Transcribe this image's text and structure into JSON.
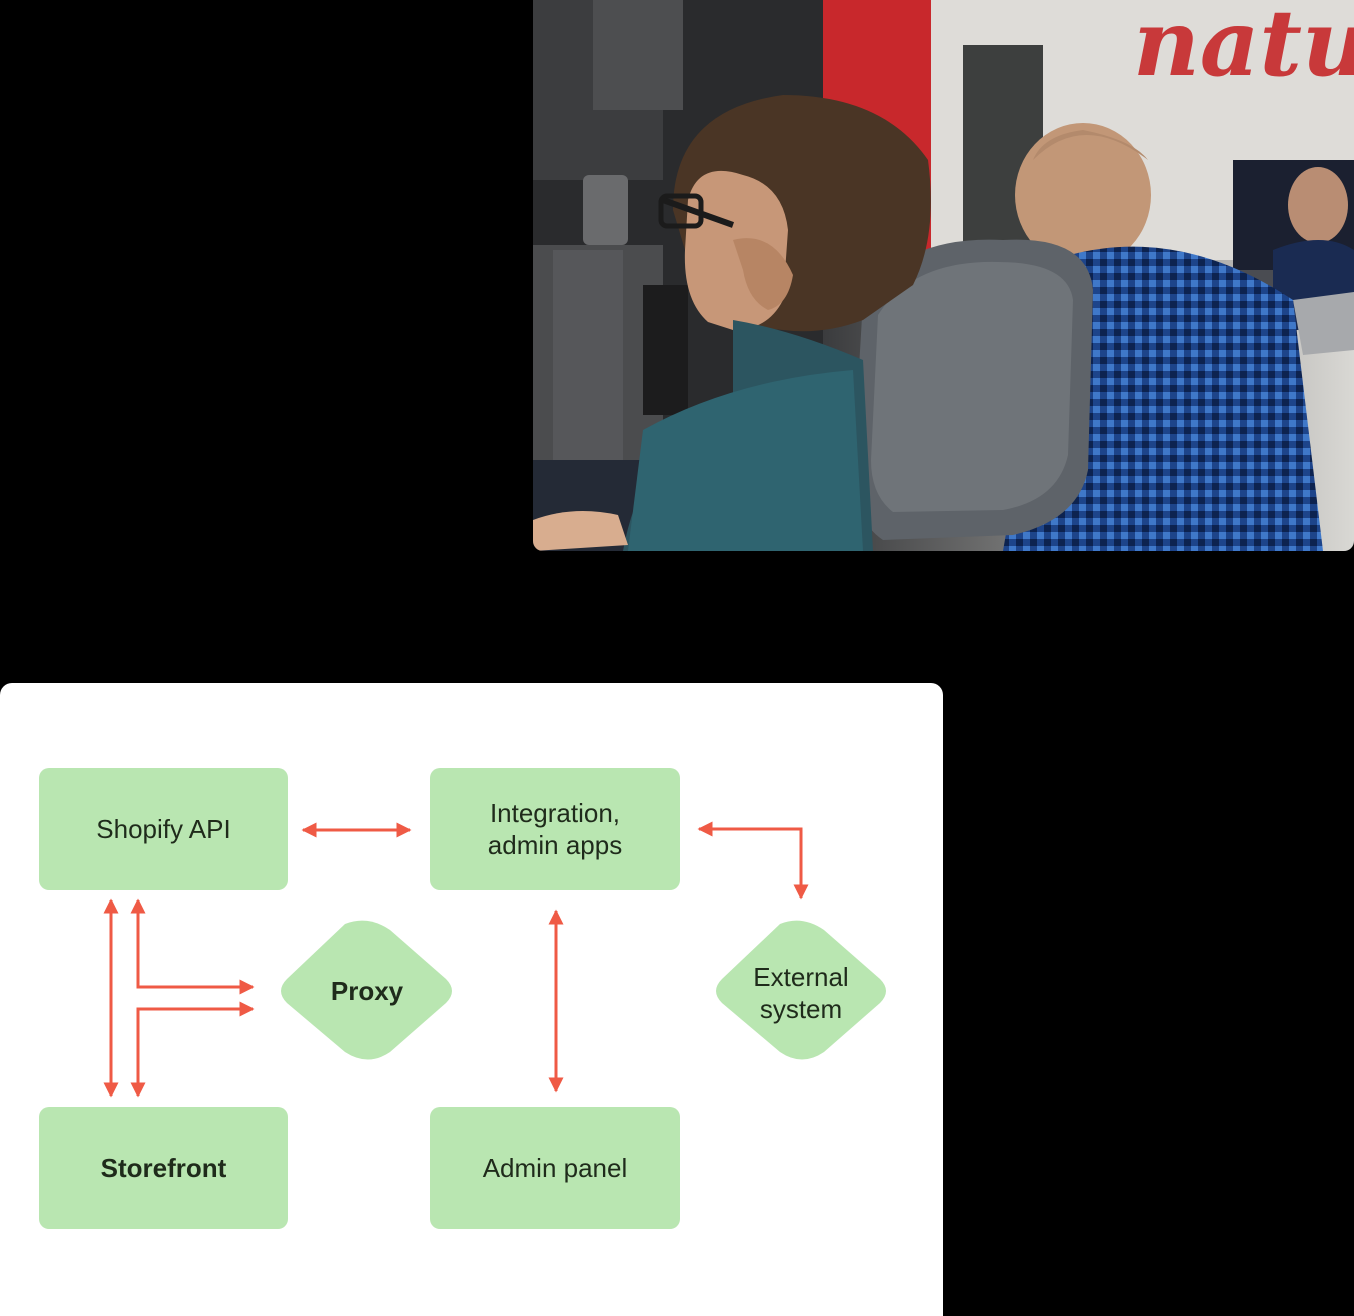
{
  "photo": {
    "wall_text": "natur"
  },
  "diagram": {
    "nodes": {
      "shopify_api": "Shopify API",
      "integration": "Integration,\nadmin apps",
      "proxy": "Proxy",
      "external": "External\nsystem",
      "storefront": "Storefront",
      "admin_panel": "Admin panel"
    },
    "colors": {
      "node_fill": "#b9e6b1",
      "arrow": "#ef5a45",
      "card": "#ffffff",
      "text": "#1f2b1b"
    }
  }
}
